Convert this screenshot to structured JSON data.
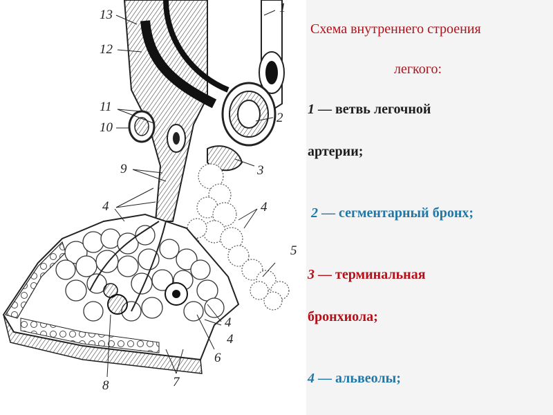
{
  "figure": {
    "labels": [
      "1",
      "2",
      "3",
      "4",
      "4",
      "4",
      "4",
      "5",
      "6",
      "7",
      "8",
      "9",
      "10",
      "11",
      "12",
      "13"
    ]
  },
  "legend": {
    "title_line1": "Схема внутреннего строения",
    "title_line2": "легкого:",
    "items": [
      {
        "num": "1",
        "text1": " — ветвь легочной",
        "text2": "артерии;"
      },
      {
        "num": "2",
        "text1": " — сегментарный бронх;"
      },
      {
        "num": "3",
        "text1": " — терминальная",
        "text2": "бронхиола;"
      },
      {
        "num": "4",
        "text1": " — альвеолы;"
      }
    ]
  },
  "colors": {
    "title": "#b5101a",
    "item1": "#1e1e1e",
    "item2": "#1f78a8",
    "item3": "#b5101a",
    "item4": "#1f78a8",
    "panel_bg": "#f4f4f4"
  }
}
